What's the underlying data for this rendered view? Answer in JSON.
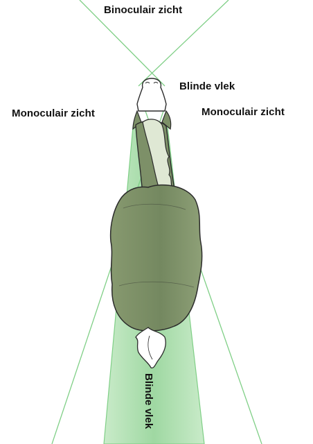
{
  "labels": {
    "binocular": "Binoculair zicht",
    "monocular_left": "Monoculair zicht",
    "monocular_right": "Monoculair zicht",
    "blind_spot_front": "Blinde vlek",
    "blind_spot_back": "Blinde vlek"
  },
  "colors": {
    "vision_line": "#7fcf86",
    "cone_fill": "#a3d9a5",
    "horse_body": "#7d9068",
    "horse_outline": "#2b2b2b",
    "mane": "#dfe8d4",
    "background": "#ffffff"
  },
  "icons": {
    "subject": "horse-top-view"
  }
}
